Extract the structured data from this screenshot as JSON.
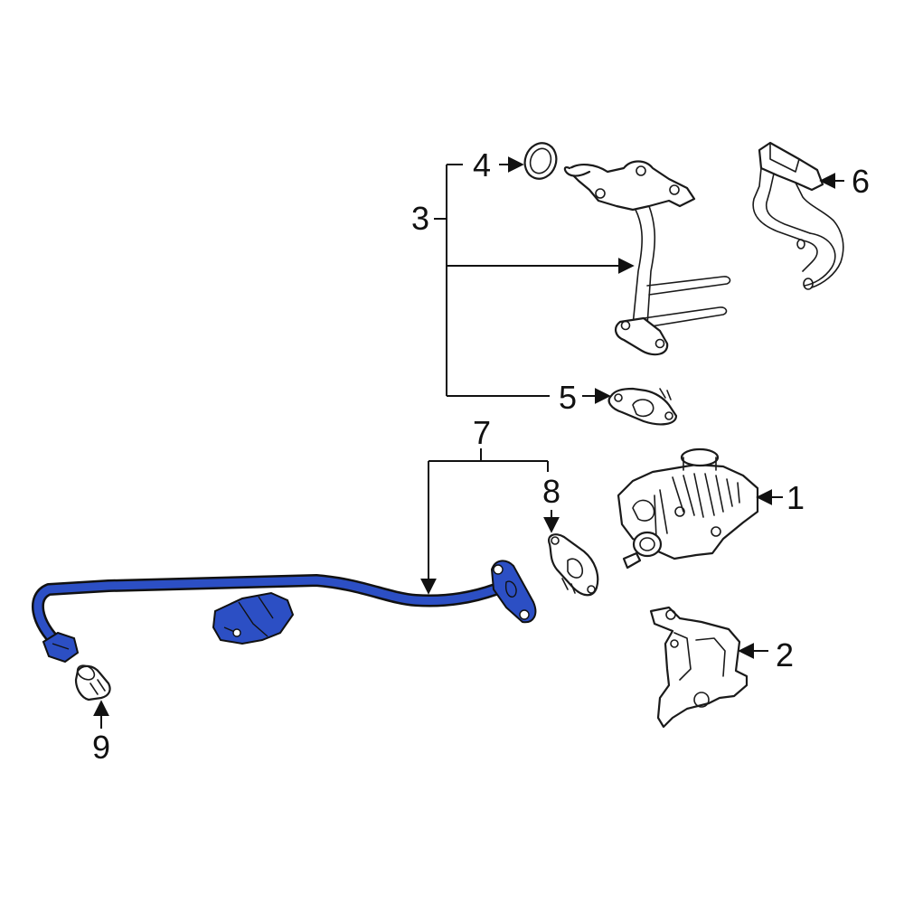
{
  "diagram": {
    "highlight_color": "#2c4fc4",
    "line_color": "#111111",
    "callouts": {
      "c1": "1",
      "c2": "2",
      "c3": "3",
      "c4": "4",
      "c5": "5",
      "c6": "6",
      "c7": "7",
      "c8": "8",
      "c9": "9"
    }
  }
}
